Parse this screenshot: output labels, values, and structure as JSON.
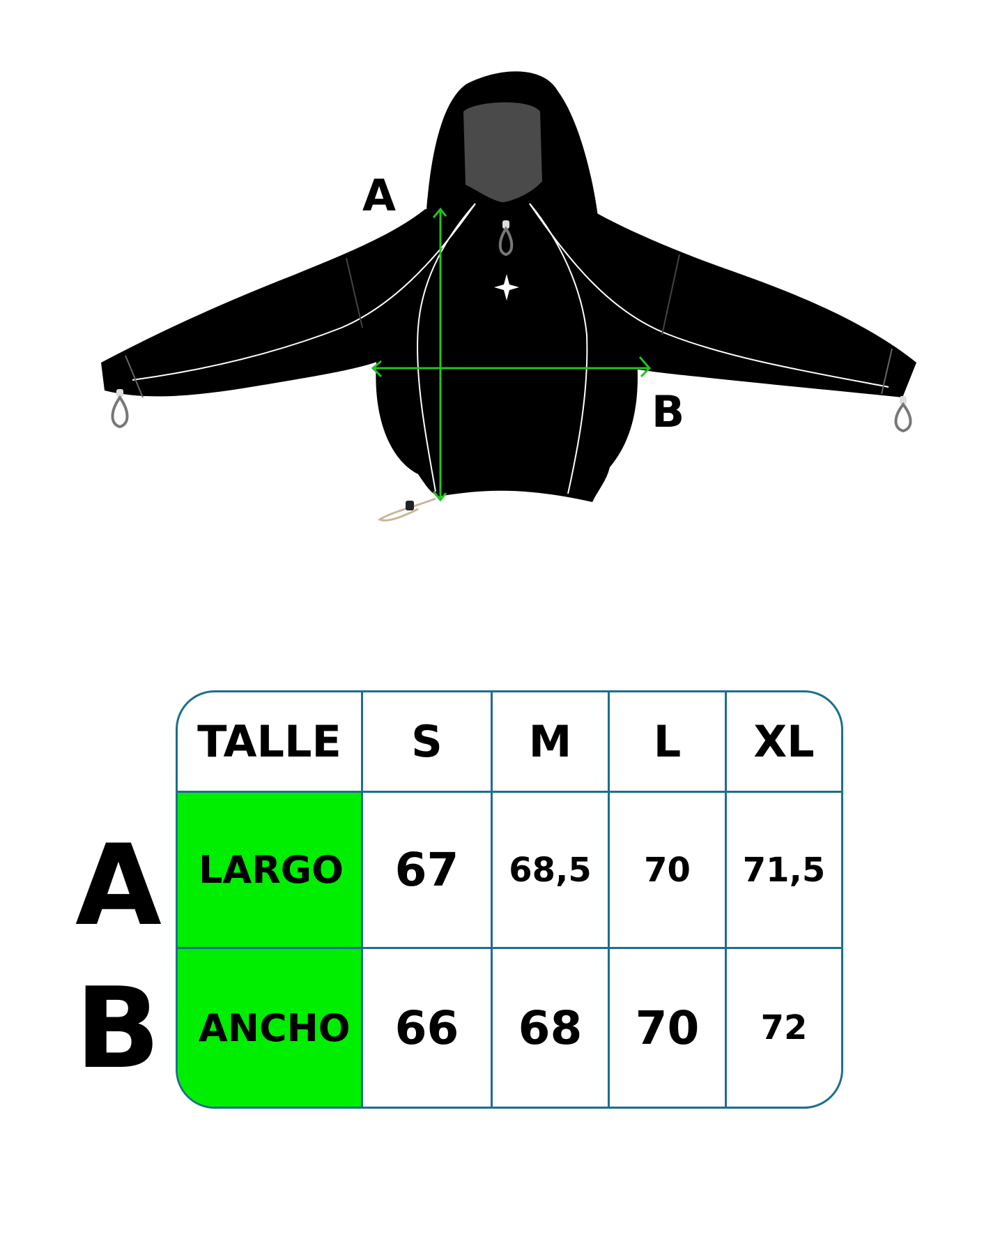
{
  "diagram": {
    "label_a": "A",
    "label_b": "B",
    "measure_color": "#22c322"
  },
  "table": {
    "header": [
      "TALLE",
      "S",
      "M",
      "L",
      "XL"
    ],
    "rows": [
      {
        "letter": "A",
        "label": "LARGO",
        "values": [
          "67",
          "68,5",
          "70",
          "71,5"
        ]
      },
      {
        "letter": "B",
        "label": "ANCHO",
        "values": [
          "66",
          "68",
          "70",
          "72"
        ]
      }
    ],
    "label_bg": "#00ee00",
    "border_color": "#1b6f8c"
  }
}
